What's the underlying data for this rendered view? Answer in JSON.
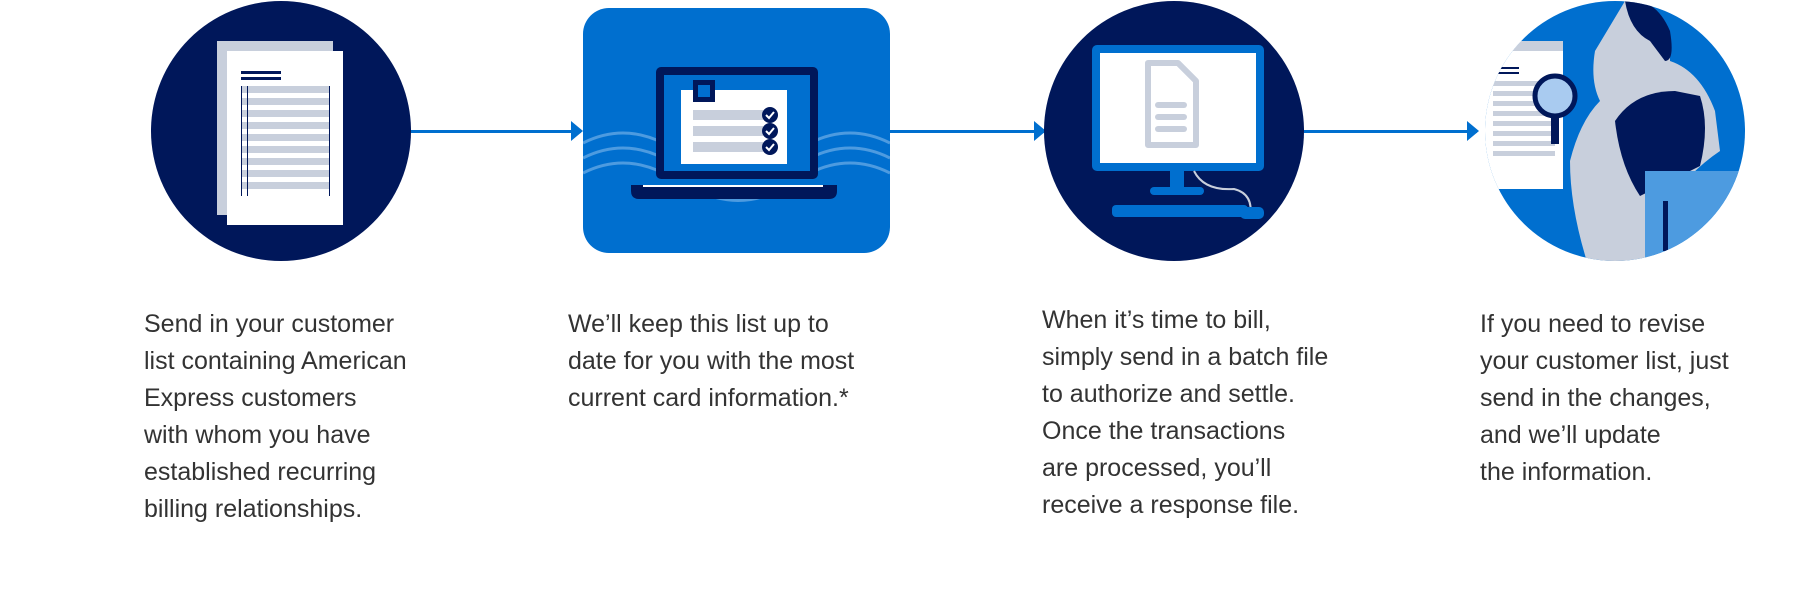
{
  "colors": {
    "navy": "#00175a",
    "blue": "#006fcf",
    "light": "#c8cfdc",
    "text": "#333333"
  },
  "steps": [
    {
      "icon": "document-list-icon",
      "lines": [
        "Send in your customer",
        "list containing American",
        "Express customers",
        "with whom you have",
        "established recurring",
        "billing relationships."
      ]
    },
    {
      "icon": "laptop-checklist-icon",
      "lines": [
        "We’ll keep this list up to",
        "date for you with the most",
        "current card information.*"
      ]
    },
    {
      "icon": "computer-file-icon",
      "lines": [
        "When it’s time to bill,",
        "simply send in a batch file",
        "to authorize and settle.",
        "Once the transactions",
        "are processed, you’ll",
        "receive a response file."
      ]
    },
    {
      "icon": "person-magnifier-icon",
      "lines": [
        "If you need to revise",
        "your customer list, just",
        "send in the changes,",
        "and we’ll update",
        "the information."
      ]
    }
  ]
}
